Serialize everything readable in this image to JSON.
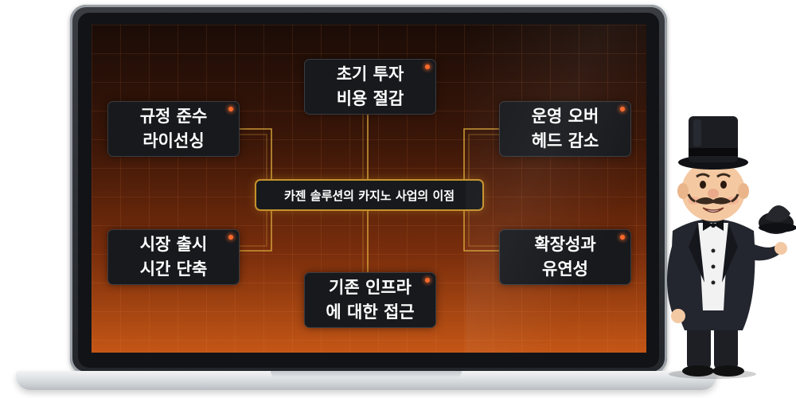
{
  "diagram": {
    "center": "카젠 솔루션의 카지노 사업의 이점",
    "nodes": {
      "top": [
        "초기 투자",
        "비용 절감"
      ],
      "left_top": [
        "규정 준수",
        "라이선싱"
      ],
      "right_top": [
        "운영 오버",
        "헤드 감소"
      ],
      "left_bottom": [
        "시장 출시",
        "시간 단축"
      ],
      "right_bottom": [
        "확장성과",
        "유연성"
      ],
      "bottom": [
        "기존 인프라",
        "에 대한 접근"
      ]
    }
  },
  "colors": {
    "connector": "#d7a43a",
    "accent_dot": "#ff6a2a",
    "node_bg": "#17191d"
  },
  "mascot": {
    "icon": "top-hat-gentleman-mascot"
  }
}
